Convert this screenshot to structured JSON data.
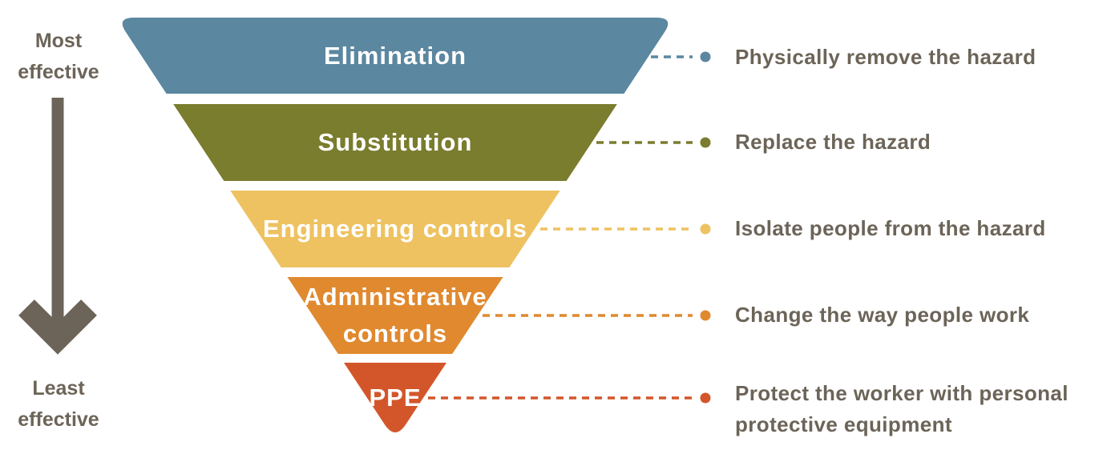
{
  "left_panel": {
    "top_label": "Most\neffective",
    "bottom_label": "Least\neffective",
    "arrow_color": "#6c6458"
  },
  "funnel": {
    "levels": [
      {
        "label": "Elimination",
        "description": "Physically remove the hazard",
        "color": "#5b87a0"
      },
      {
        "label": "Substitution",
        "description": "Replace the hazard",
        "color": "#7a7c2e"
      },
      {
        "label": "Engineering controls",
        "description": "Isolate people from the hazard",
        "color": "#eec261"
      },
      {
        "label": "Administrative\ncontrols",
        "description": "Change the way people work",
        "color": "#e0892f"
      },
      {
        "label": "PPE",
        "description": "Protect the worker with personal\nprotective equipment",
        "color": "#d3562a"
      }
    ]
  },
  "colors": {
    "text": "#6c6458",
    "band_text": "#ffffff",
    "background": "#ffffff"
  }
}
